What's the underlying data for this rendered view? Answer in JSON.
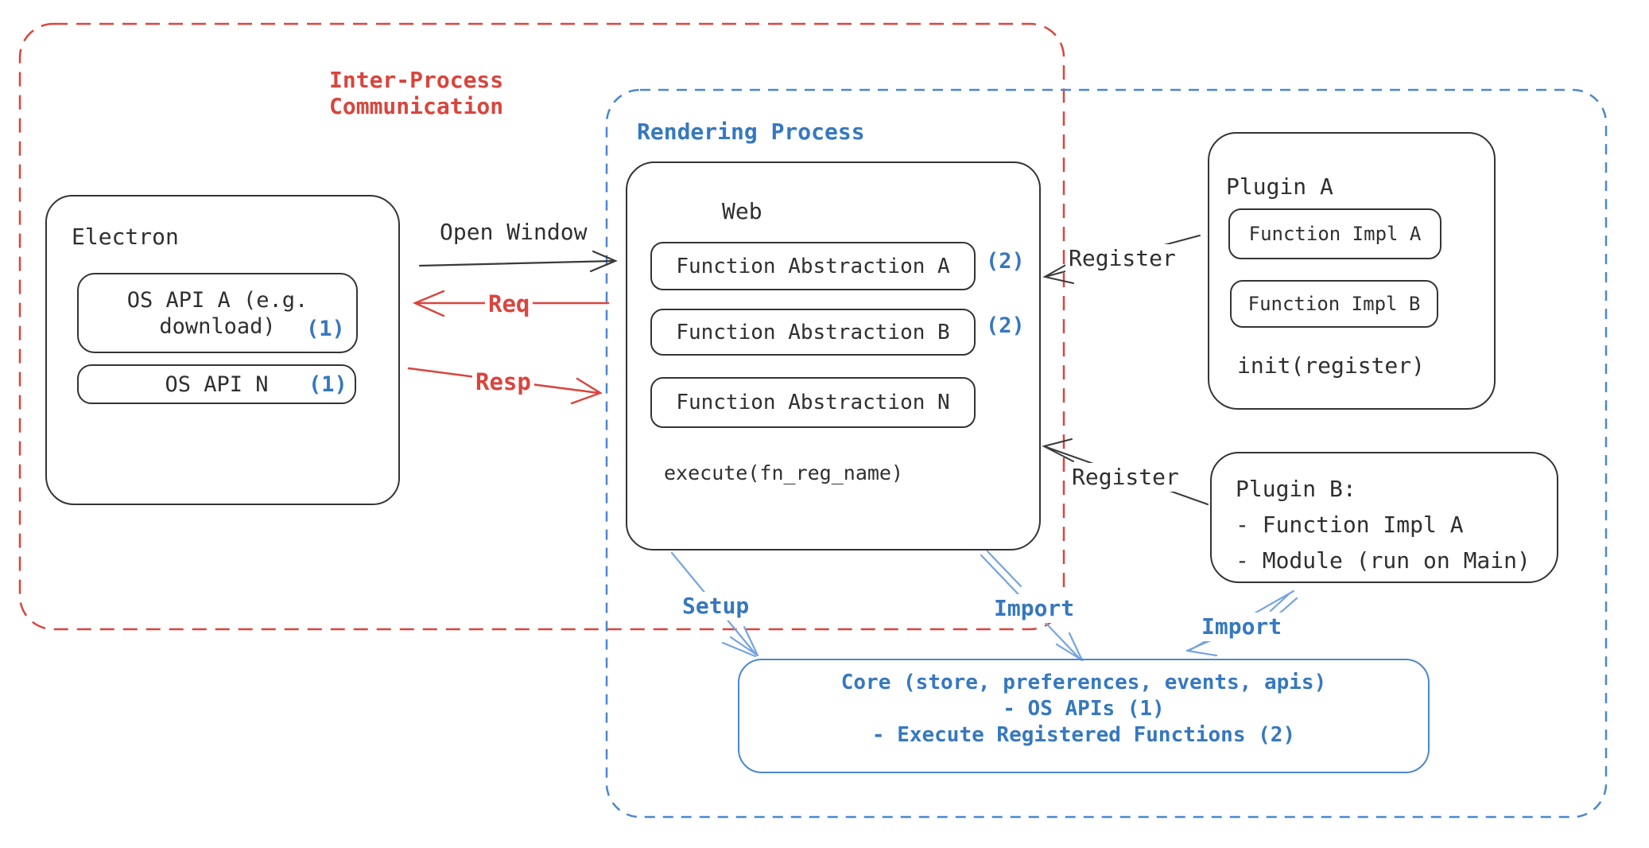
{
  "colors": {
    "red": "#d9453d",
    "blue_text": "#3678bf",
    "blue_border": "#4b87cf",
    "blue_arrow": "#76a4e0",
    "black": "#2f2f2f"
  },
  "ipc": {
    "title": "Inter-Process\nCommunication"
  },
  "rendering": {
    "title": "Rendering Process"
  },
  "electron": {
    "title": "Electron",
    "api_a": {
      "text": "OS API A (e.g.\ndownload)",
      "badge": "(1)"
    },
    "api_n": {
      "text": "OS API N",
      "badge": "(1)"
    }
  },
  "web": {
    "title": "Web",
    "items": [
      {
        "text": "Function Abstraction A",
        "badge": "(2)"
      },
      {
        "text": "Function Abstraction B",
        "badge": "(2)"
      },
      {
        "text": "Function Abstraction N",
        "badge": ""
      }
    ],
    "execute": "execute(fn_reg_name)"
  },
  "plugin_a": {
    "title": "Plugin A",
    "impl_a": "Function Impl A",
    "impl_b": "Function Impl B",
    "init": "init(register)"
  },
  "plugin_b": {
    "text": "Plugin B:\n- Function Impl A\n- Module (run on Main)"
  },
  "core": {
    "text": "Core (store, preferences, events, apis)\n- OS APIs (1)\n- Execute Registered Functions (2)"
  },
  "labels": {
    "open_window": "Open Window",
    "req": "Req",
    "resp": "Resp",
    "register_top": "Register",
    "register_bottom": "Register",
    "setup": "Setup",
    "import_mid": "Import",
    "import_right": "Import"
  }
}
